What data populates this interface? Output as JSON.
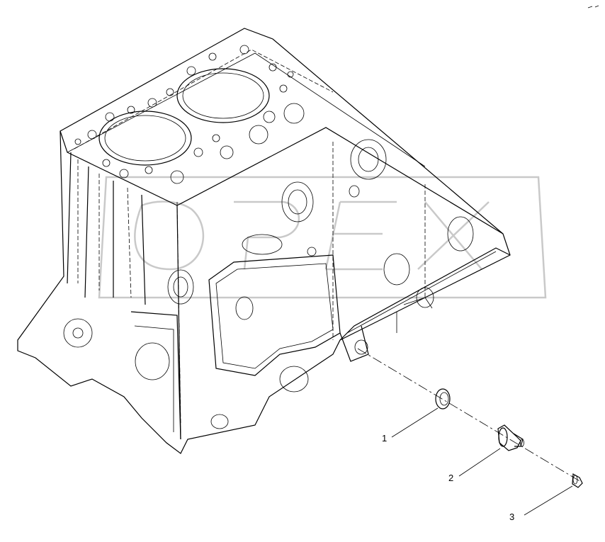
{
  "diagram": {
    "callouts": [
      {
        "label": "1",
        "part": "sealing washer"
      },
      {
        "label": "2",
        "part": "fitting"
      },
      {
        "label": "3",
        "part": "plug"
      }
    ]
  }
}
